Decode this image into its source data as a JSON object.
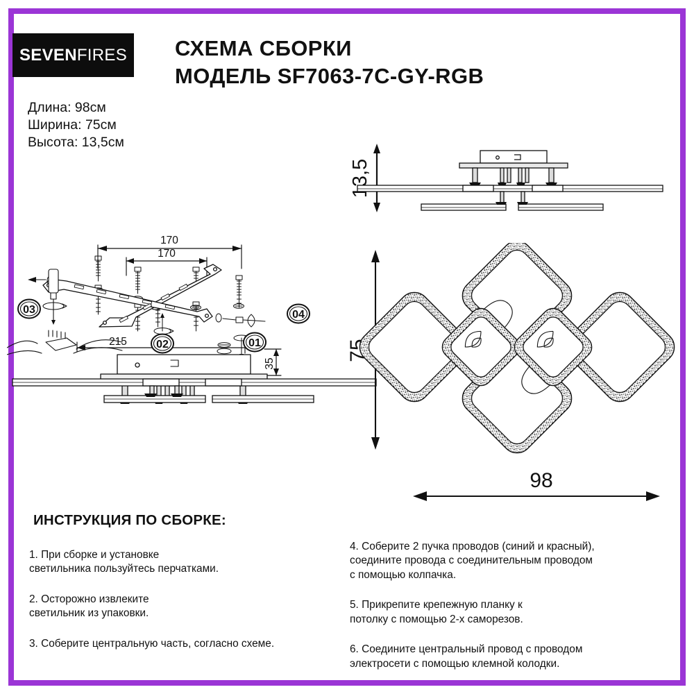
{
  "brand": {
    "logo_bold": "SEVEN",
    "logo_light": "FIRES"
  },
  "header": {
    "title_line1": "СХЕМА СБОРКИ",
    "title_line2": "МОДЕЛЬ SF7063-7C-GY-RGB"
  },
  "specs": {
    "length": "Длина: 98см",
    "width": "Ширина: 75см",
    "height": "Высота: 13,5см"
  },
  "dimensions": {
    "side_height": "13,5",
    "overall_height": "75",
    "overall_width": "98",
    "bracket_outer": "170",
    "bracket_inner": "170",
    "base_width": "215",
    "base_height": "35"
  },
  "callouts": {
    "one": "01",
    "two": "02",
    "three": "03",
    "four": "04"
  },
  "instructions": {
    "heading": "ИНСТРУКЦИЯ ПО СБОРКЕ:",
    "left": [
      {
        "l1": "1. При сборке и установке",
        "l2": "светильника пользуйтесь перчатками.",
        "l3": ""
      },
      {
        "l1": "2. Осторожно извлеките",
        "l2": "светильник из упаковки.",
        "l3": ""
      },
      {
        "l1": "3. Соберите центральную часть, согласно схеме.",
        "l2": "",
        "l3": ""
      }
    ],
    "right": [
      {
        "l1": "4. Соберите 2 пучка проводов (синий и красный),",
        "l2": "соедините провода с соединительным проводом",
        "l3": "с помощью колпачка."
      },
      {
        "l1": "5. Прикрепите крепежную планку к",
        "l2": "потолку с помощью 2-х саморезов.",
        "l3": ""
      },
      {
        "l1": "6. Соедините центральный провод с проводом",
        "l2": "электросети с помощью клемной колодки.",
        "l3": ""
      }
    ]
  },
  "colors": {
    "border": "#9b35d6",
    "ink": "#111111",
    "logo_bg": "#0d0d0d",
    "paper": "#ffffff"
  }
}
